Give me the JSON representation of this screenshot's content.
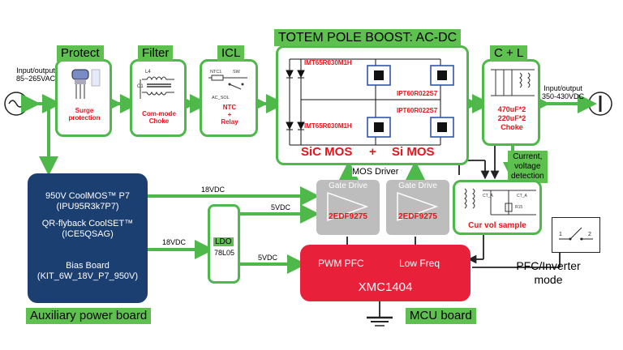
{
  "blocks": {
    "protect": {
      "title": "Protect",
      "caption": "Surge protection"
    },
    "filter": {
      "title": "Filter",
      "caption": "Com-mode Choke",
      "l4": "L4",
      "c1": "C1"
    },
    "icl": {
      "title": "ICL",
      "caption_line1": "NTC",
      "caption_line2": "+",
      "caption_line3": "Relay",
      "ntc1": "NTC1",
      "sw": "SW",
      "ac_sol": "AC_SOL"
    },
    "totem": {
      "title": "TOTEM POLE BOOST: AC-DC",
      "q_top_left": "IMT65R030M1H",
      "q_bot_left": "IMT65R030M1H",
      "q_top_right": "IPT60R022S7",
      "q_bot_right": "IPT60R022S7",
      "sic": "SiC MOS",
      "plus": "+",
      "si": "Si MOS"
    },
    "cl": {
      "title": "C + L",
      "line1": "470uF*2",
      "line2": "220uF*2",
      "line3": "Choke"
    },
    "curvol": {
      "caption": "Cur vol sample",
      "ct1": "CT_A",
      "ct2": "CT_A",
      "r15": "R15"
    },
    "current_voltage": {
      "line1": "Current,",
      "line2": "voltage",
      "line3": "detection"
    },
    "mos_driver": "MOS Driver",
    "gate1": {
      "title": "Gate Drive",
      "name": "2EDF9275"
    },
    "gate2": {
      "title": "Gate Drive",
      "name": "2EDF9275"
    },
    "ldo": {
      "title": "LDO",
      "part": "78L05"
    },
    "aux": {
      "line1": "950V CoolMOS™ P7",
      "line2": "(IPU95R3k7P7)",
      "line3": "QR-flyback CoolSET™",
      "line4": "(ICE5QSAG)",
      "line5": "Bias Board",
      "line6": "(KIT_6W_18V_P7_950V)",
      "label": "Auxiliary power board"
    },
    "mcu": {
      "pwm": "PWM PFC",
      "lowfreq": "Low Freq",
      "name": "XMC1404",
      "label": "MCU board"
    }
  },
  "io": {
    "input_line1": "Input/output",
    "input_line2": "85~265VAC",
    "output_line1": "Input/output",
    "output_line2": "350-430VDC",
    "mode_line1": "PFC/Inverter",
    "mode_line2": "mode",
    "switch_1": "1",
    "switch_2": "2"
  },
  "voltages": {
    "v18_top": "18VDC",
    "v18_left": "18VDC",
    "v5_top": "5VDC",
    "v5_bot": "5VDC"
  },
  "colors": {
    "green": "#4fb84a",
    "navy": "#1c3f72",
    "red": "#e8203a",
    "gray": "#bdbdbd"
  }
}
